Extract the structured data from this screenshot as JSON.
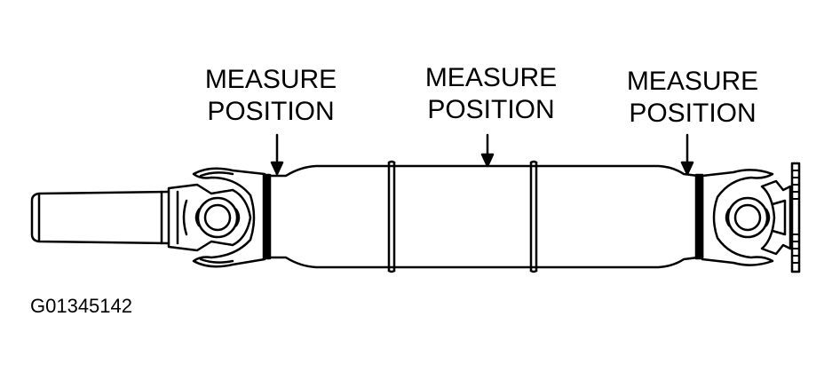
{
  "labels": {
    "left": {
      "line1": "MEASURE",
      "line2": "POSITION"
    },
    "center": {
      "line1": "MEASURE",
      "line2": "POSITION"
    },
    "right": {
      "line1": "MEASURE",
      "line2": "POSITION"
    }
  },
  "figure_id": "G01345142",
  "colors": {
    "ink": "#000000",
    "background": "#ffffff"
  }
}
